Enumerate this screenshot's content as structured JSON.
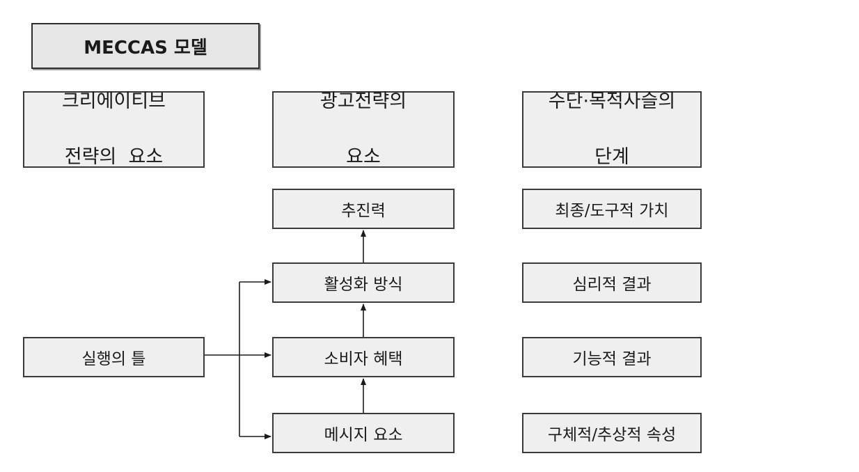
{
  "title": "MECCAS 모델",
  "headers": {
    "creative": [
      "크리에이티브",
      "전략의  요소"
    ],
    "ad_strategy": [
      "광고전략의",
      "요소"
    ],
    "means_end": [
      "수단·목적사슬의",
      "단계"
    ]
  },
  "executional_framework": "실행의 틀",
  "strategy_levels": {
    "driving_force": "추진력",
    "leverage_point": "활성화 방식",
    "consumer_benefit": "소비자 혜택",
    "message_elements": "메시지 요소"
  },
  "ladder_levels": {
    "values": "최종/도구적 가치",
    "psych_consequences": "심리적 결과",
    "func_consequences": "기능적 결과",
    "attributes": "구체적/추상적 속성"
  },
  "colors": {
    "box_fill": "#efefef",
    "title_fill": "#e6e6e6",
    "border": "#3a3a3a",
    "arrow": "#1a1a1a"
  }
}
